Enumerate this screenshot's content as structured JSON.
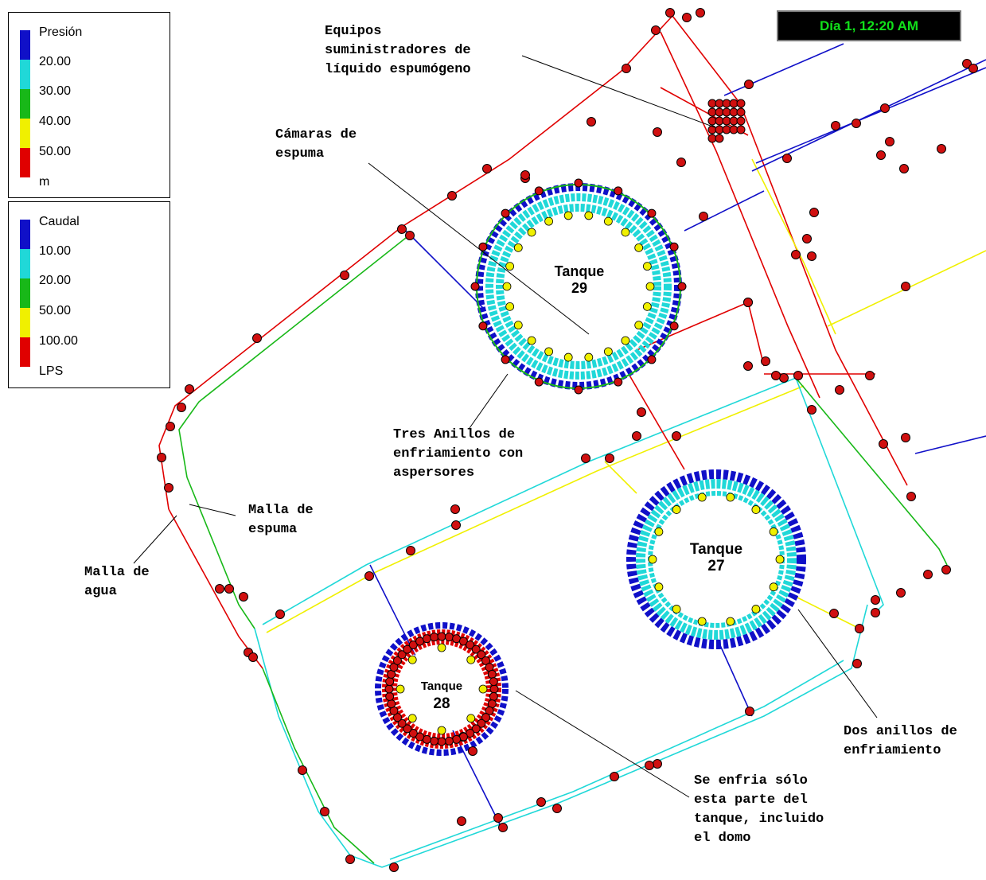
{
  "clock": "Día 1, 12:20 AM",
  "legend_pressure": {
    "title": "Presión",
    "labels": [
      "20.00",
      "30.00",
      "40.00",
      "50.00"
    ],
    "unit": "m",
    "colors": [
      "#1010c8",
      "#20d8d8",
      "#18b818",
      "#f0f000",
      "#e00000"
    ]
  },
  "legend_flow": {
    "title": "Caudal",
    "labels": [
      "10.00",
      "20.00",
      "50.00",
      "100.00"
    ],
    "unit": "LPS",
    "colors": [
      "#1010c8",
      "#20d8d8",
      "#18b818",
      "#f0f000",
      "#e00000"
    ]
  },
  "annotations": {
    "equipos": "Equipos\nsuministradores de\nlíquido espumógeno",
    "camaras": "Cámaras de\nespuma",
    "tres_anillos": "Tres Anillos de\nenfriamiento con\naspersores",
    "malla_espuma": "Malla de\nespuma",
    "malla_agua": "Malla de\nagua",
    "dos_anillos": "Dos anillos de\nenfriamiento",
    "se_enfria": "Se enfria sólo\nesta parte del\ntanque, incluido\nel domo"
  },
  "tanks": {
    "t29": {
      "name": "Tanque",
      "number": "29"
    },
    "t27": {
      "name": "Tanque",
      "number": "27"
    },
    "t28": {
      "name": "Tanque",
      "number": "28"
    }
  },
  "colors": {
    "water": "#e00000",
    "foam": "#18b818",
    "blue": "#1010c8",
    "cyan": "#20d8d8",
    "yellow": "#f0f000",
    "node": "#d01010"
  }
}
